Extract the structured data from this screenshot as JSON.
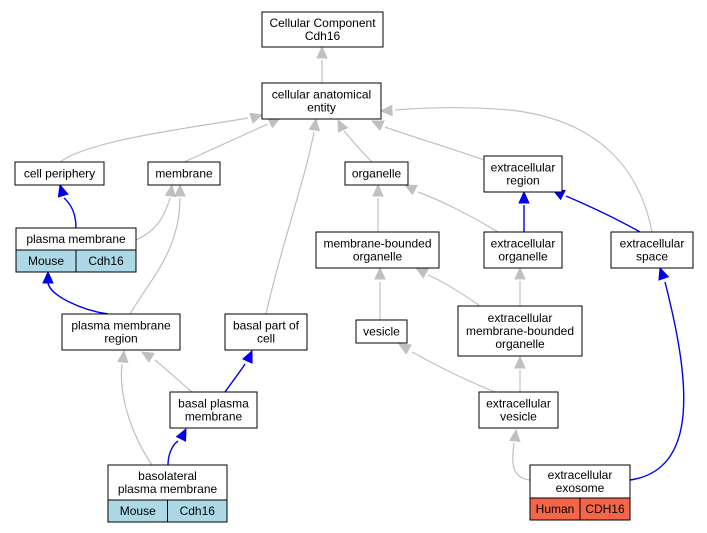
{
  "colors": {
    "gray_edge": "#c0c0c0",
    "blue_edge": "#0000ee",
    "mouse_cell": "#add8e6",
    "human_cell": "#f4664a"
  },
  "nodes": {
    "root": {
      "lines": [
        "Cellular Component",
        "Cdh16"
      ]
    },
    "cae": {
      "lines": [
        "cellular anatomical",
        "entity"
      ]
    },
    "cp": {
      "lines": [
        "cell periphery"
      ]
    },
    "mem": {
      "lines": [
        "membrane"
      ]
    },
    "org": {
      "lines": [
        "organelle"
      ]
    },
    "exr": {
      "lines": [
        "extracellular",
        "region"
      ]
    },
    "pm": {
      "lines": [
        "plasma membrane"
      ],
      "cells": [
        "Mouse",
        "Cdh16"
      ]
    },
    "mbo": {
      "lines": [
        "membrane-bounded",
        "organelle"
      ]
    },
    "exo": {
      "lines": [
        "extracellular",
        "organelle"
      ]
    },
    "exs": {
      "lines": [
        "extracellular",
        "space"
      ]
    },
    "pmr": {
      "lines": [
        "plasma membrane",
        "region"
      ]
    },
    "bpc": {
      "lines": [
        "basal part of",
        "cell"
      ]
    },
    "ves": {
      "lines": [
        "vesicle"
      ]
    },
    "embo": {
      "lines": [
        "extracellular",
        "membrane-bounded",
        "organelle"
      ]
    },
    "bpm": {
      "lines": [
        "basal plasma",
        "membrane"
      ]
    },
    "exv": {
      "lines": [
        "extracellular",
        "vesicle"
      ]
    },
    "blpm": {
      "lines": [
        "basolateral",
        "plasma membrane"
      ],
      "cells": [
        "Mouse",
        "Cdh16"
      ]
    },
    "exos": {
      "lines": [
        "extracellular",
        "exosome"
      ],
      "cells": [
        "Human",
        "CDH16"
      ]
    }
  }
}
